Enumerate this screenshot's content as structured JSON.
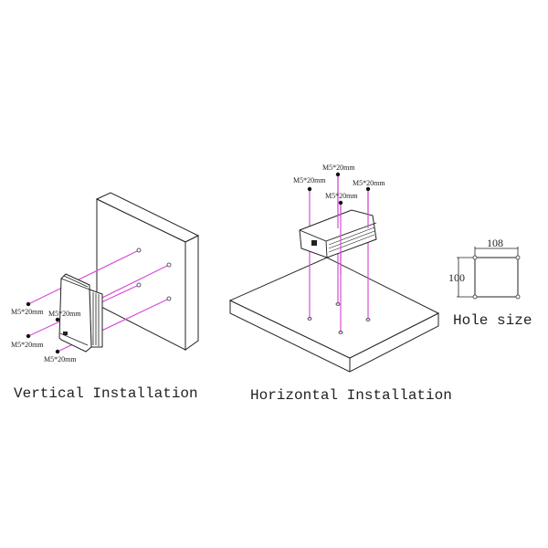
{
  "vertical": {
    "title": "Vertical Installation",
    "screw_labels": [
      "M5*20mm",
      "M5*20mm",
      "M5*20mm",
      "M5*20mm"
    ]
  },
  "horizontal": {
    "title": "Horizontal Installation",
    "screw_labels": [
      "M5*20mm",
      "M5*20mm",
      "M5*20mm",
      "M5*20mm"
    ]
  },
  "hole_size": {
    "title": "Hole size",
    "width": "108",
    "height": "100"
  },
  "colors": {
    "screw_line": "#d64fd6",
    "line": "#222222"
  }
}
